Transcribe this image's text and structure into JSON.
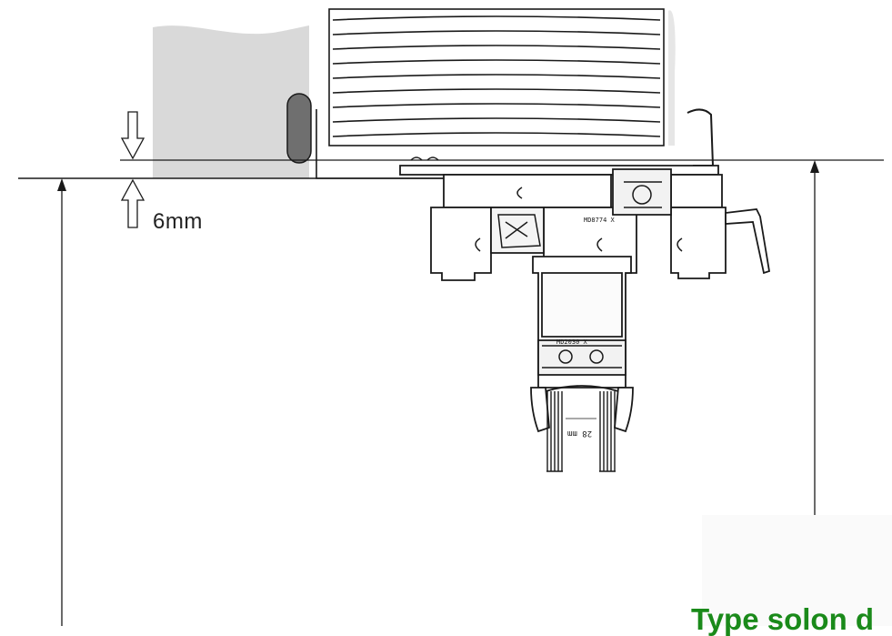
{
  "gap_dimension": "6mm",
  "profile_code_upper": "MD8774 X",
  "profile_code_lower": "MD2030 X",
  "glazing_thickness": "28 mm",
  "caption": "Type solon d",
  "colors": {
    "line": "#1a1a1a",
    "wall": "#d9d9d9",
    "seal": "#6f6f6f",
    "caption": "#1a8a1a"
  }
}
